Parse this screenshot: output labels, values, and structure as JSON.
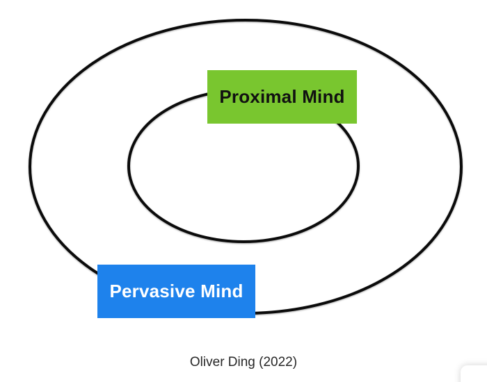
{
  "diagram": {
    "inner_label": "Proximal Mind",
    "outer_label": "Pervasive Mind",
    "caption": "Oliver Ding (2022)",
    "colors": {
      "inner_box": "#79C62F",
      "inner_text": "#111111",
      "outer_box": "#1E82EC",
      "outer_text": "#FFFFFF",
      "ellipse_stroke": "#0B0B0B",
      "caption_text": "#262626"
    }
  }
}
